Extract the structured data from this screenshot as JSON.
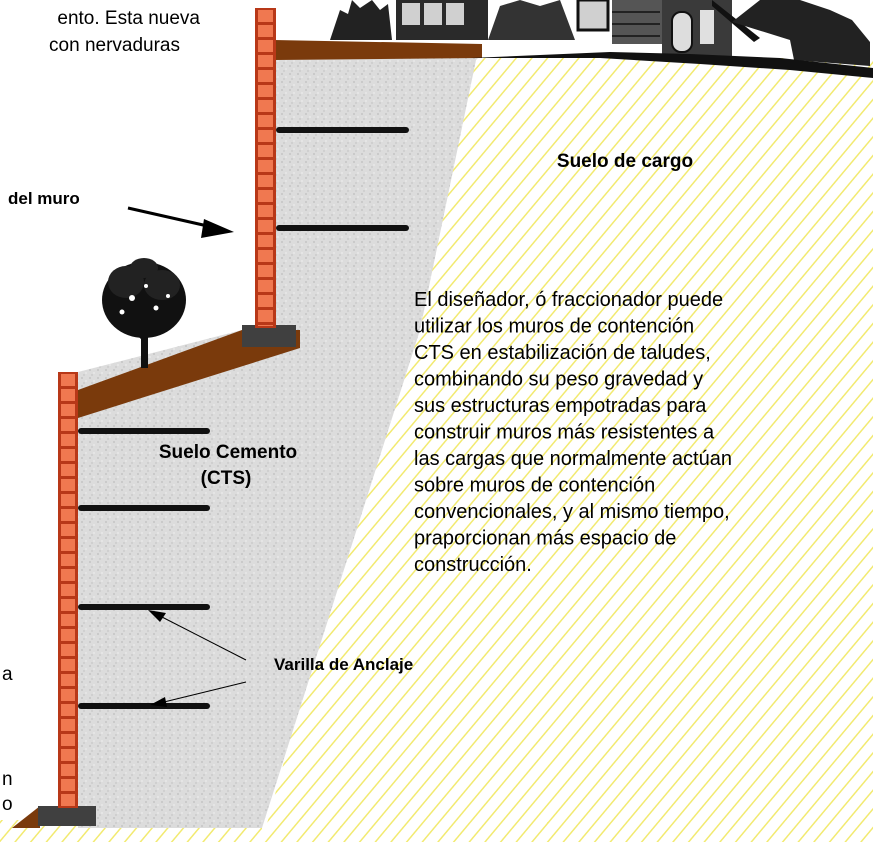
{
  "intro_text": {
    "line1": "ento.  Esta nueva",
    "line2": "con nervaduras"
  },
  "labels": {
    "suelo_cargo": "Suelo de cargo",
    "del_muro": "del muro",
    "suelo_cemento_1": "Suelo Cemento",
    "suelo_cemento_2": "(CTS)",
    "varilla": "Varilla de Anclaje"
  },
  "paragraph": [
    "El diseñador, ó fraccionador puede",
    "utilizar los muros de contención",
    "CTS en estabilización de taludes,",
    "combinando su peso gravedad y",
    "sus estructuras empotradas para",
    "construir muros más resistentes a",
    "las cargas que normalmente actúan",
    "sobre muros de contención",
    "convencionales, y al mismo tiempo,",
    "praporcionan más espacio de",
    "construcción."
  ],
  "left_fragments": [
    "a",
    "n",
    "o"
  ],
  "colors": {
    "brick": "#f07850",
    "mortar": "#b83818",
    "soil": "#7a3a0c",
    "hatch": "#f2ea70",
    "cement": "#d8d8d8",
    "footing": "#404040"
  }
}
